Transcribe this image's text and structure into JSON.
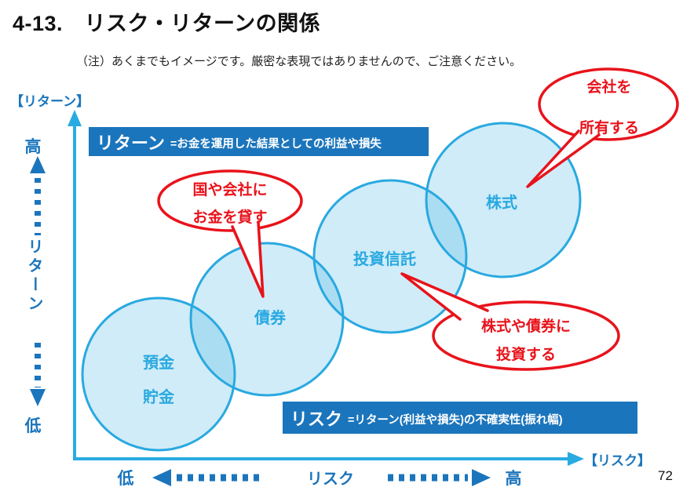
{
  "slide": {
    "title": "4-13.　リスク・リターンの関係",
    "note": "（注）あくまでもイメージです。厳密な表現ではありませんので、ご注意ください。",
    "page_number": "72"
  },
  "axis": {
    "y_label": "【リターン】",
    "x_label": "【リスク】",
    "y_high": "高",
    "y_low": "低",
    "y_axis_word": "リターン",
    "x_low": "低",
    "x_high": "高",
    "x_axis_word": "リスク"
  },
  "definition_boxes": {
    "return": {
      "term": "リターン",
      "definition": "=お金を運用した結果としての利益や損失"
    },
    "risk": {
      "term": "リスク",
      "definition": "=リターン(利益や損失)の不確実性(振れ幅)"
    }
  },
  "circles": [
    {
      "name": "deposit-savings",
      "label1": "預金",
      "label2": "貯金"
    },
    {
      "name": "bonds",
      "label": "債券"
    },
    {
      "name": "investment-trust",
      "label": "投資信託"
    },
    {
      "name": "stocks",
      "label": "株式"
    }
  ],
  "callouts": [
    {
      "name": "own-company",
      "line1": "会社を",
      "line2": "所有する"
    },
    {
      "name": "lend-money",
      "line1": "国や会社に",
      "line2": "お金を貸す"
    },
    {
      "name": "invest-target",
      "line1": "株式や債券に",
      "line2": "投資する"
    }
  ],
  "colors": {
    "definition_box_blue": "#1b75bc",
    "axis_light_blue": "#29abe2",
    "dark_label_blue": "#1b75bc",
    "circle_stroke_blue": "#29a9e0",
    "circle_fill_light_blue": "#d3ebf8",
    "callout_red": "#e8131b",
    "text_black": "#111111"
  }
}
